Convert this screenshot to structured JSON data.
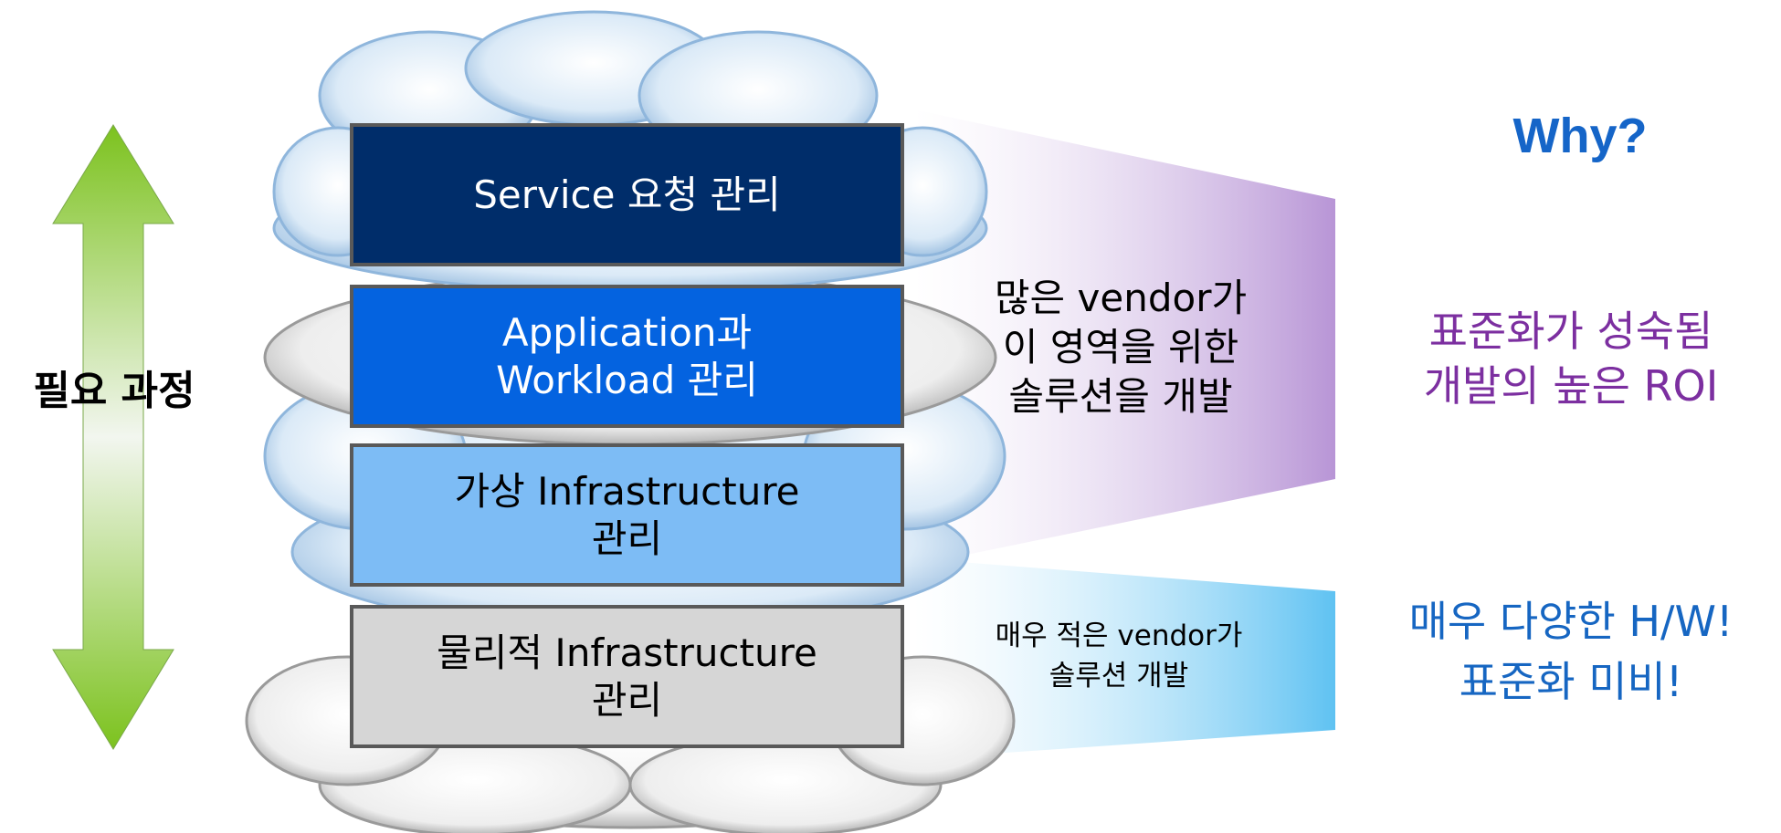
{
  "side_label": "필요 과정",
  "layers": [
    {
      "label": "Service 요청 관리",
      "bg": "#002d6a",
      "color": "#ffffff"
    },
    {
      "label": "Application과\nWorkload 관리",
      "bg": "#0463e0",
      "color": "#ffffff"
    },
    {
      "label": "가상 Infrastructure\n관리",
      "bg": "#7dbcf5",
      "color": "#000000"
    },
    {
      "label": "물리적 Infrastructure\n관리",
      "bg": "#d6d6d6",
      "color": "#000000"
    }
  ],
  "callouts": {
    "many_vendors": "많은 vendor가\n이 영역을 위한\n솔루션을 개발",
    "few_vendors": "매우 적은 vendor가\n솔루션 개발"
  },
  "why": {
    "title": "Why?",
    "standardized": "표준화가 성숙됨\n개발의 높은 ROI",
    "diverse": "매우 다양한 H/W!\n표준화 미비!"
  },
  "colors": {
    "arrow_green": "#7cc21e",
    "callout_purple": "#b895d6",
    "callout_blue": "#5fc2f2",
    "why_blue": "#1565c8",
    "purple_text": "#7c2fa0"
  }
}
